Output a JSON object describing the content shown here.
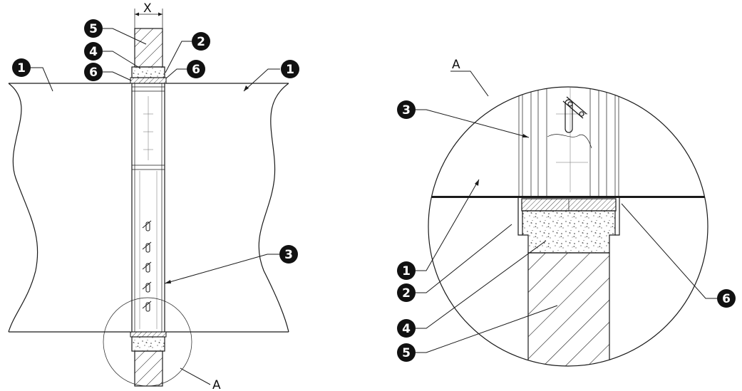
{
  "dimension_label": "X",
  "detail_label": "A",
  "callouts": {
    "floor": "1",
    "frame": "2",
    "damper": "3",
    "mortar": "4",
    "wall": "5",
    "seal": "6"
  }
}
